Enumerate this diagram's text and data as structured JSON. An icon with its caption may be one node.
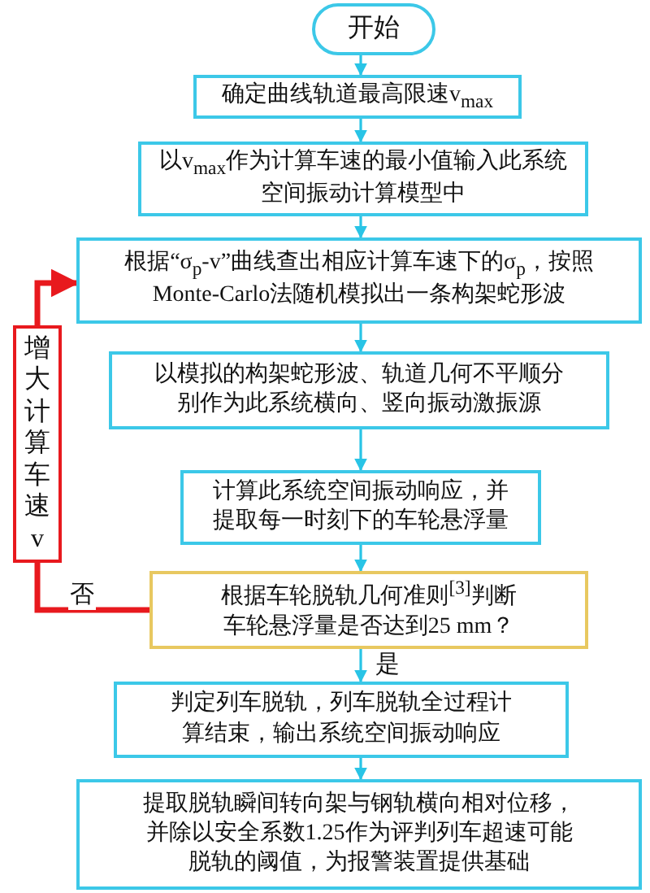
{
  "diagram": {
    "nodes": [
      {
        "text": [
          "开始"
        ]
      },
      {
        "text": [
          "确定曲线轨道最高限速v$_{max}$"
        ]
      },
      {
        "text": [
          "以v$_{max}$作为计算车速的最小值输入此系统空间振动计算模型中"
        ]
      },
      {
        "text": [
          "根据“σ$_{p}$-v”曲线查出相应计算车速下的σ$_{p}$，按照Monte-Carlo法随机模拟出一条构架蛇形波"
        ]
      },
      {
        "text": [
          "以模拟的构架蛇形波、轨道几何不平顺分别作为此系统横向、竖向振动激振源"
        ]
      },
      {
        "text": [
          "计算此系统空间振动响应，并提取每一时刻下的车轮悬浮量"
        ]
      },
      {
        "text": [
          "根据车轮脱轨几何准则$^{[3]}$判断车轮悬浮量是否达到25 mm？"
        ]
      },
      {
        "text": [
          "判定列车脱轨，列车脱轨全过程计算结束，输出系统空间振动响应"
        ]
      },
      {
        "text": [
          "提取脱轨瞬间转向架与钢轨横向相对位移，并除以安全系数1.25作为评判列车超速可能脱轨的阈值，为报警装置提供基础"
        ]
      },
      {
        "text": [
          "增大计算车速v"
        ]
      }
    ],
    "edges": [
      {
        "from": 0,
        "to": 1,
        "arrow": "to"
      },
      {
        "from": 1,
        "to": 2,
        "arrow": "to"
      },
      {
        "from": 2,
        "to": 3,
        "arrow": "to"
      },
      {
        "from": 3,
        "to": 4,
        "arrow": "to"
      },
      {
        "from": 4,
        "to": 5,
        "arrow": "to"
      },
      {
        "from": 5,
        "to": 6,
        "arrow": "to"
      },
      {
        "from": 6,
        "to": 7,
        "arrow": "to",
        "label": "是"
      },
      {
        "from": 7,
        "to": 8,
        "arrow": "to"
      },
      {
        "from": 6,
        "to": 9,
        "arrow": "none",
        "label": "否",
        "color": "#e8191e",
        "style": "thick"
      },
      {
        "from": 9,
        "to": 3,
        "arrow": "to",
        "color": "#e8191e",
        "style": "thick"
      }
    ]
  }
}
